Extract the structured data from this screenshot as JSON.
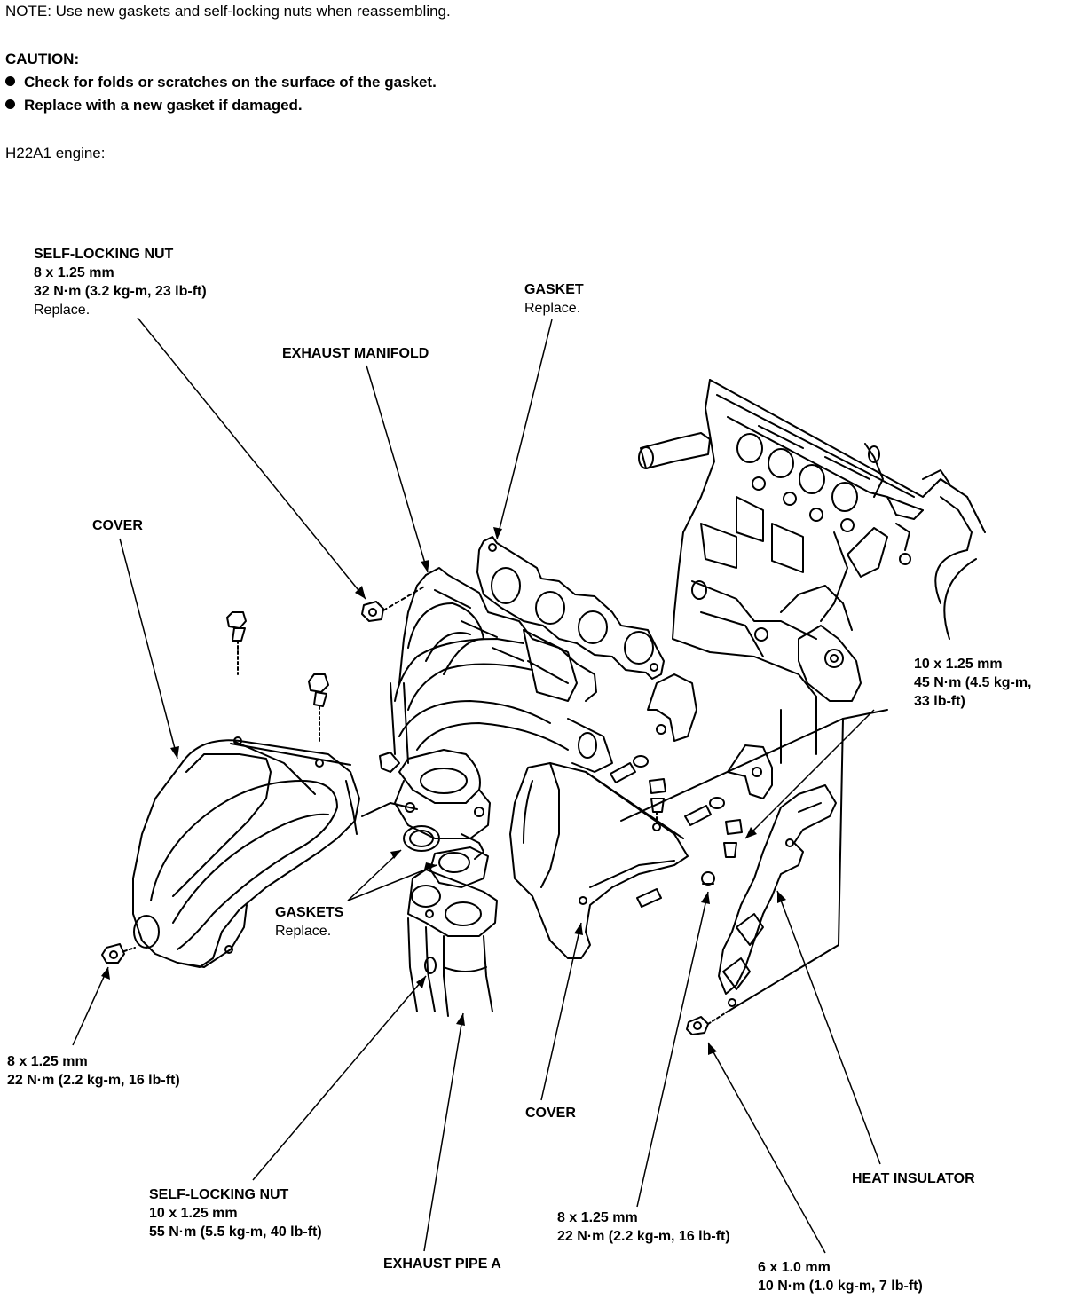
{
  "note": "NOTE:  Use new gaskets and self-locking nuts when reassembling.",
  "caution": {
    "title": "CAUTION:",
    "items": [
      "Check for folds or scratches on the surface of the gasket.",
      "Replace with a new gasket if damaged."
    ]
  },
  "engine_heading": "H22A1 engine:",
  "callouts": {
    "nut_top": {
      "title": "SELF-LOCKING NUT",
      "size": "8 x 1.25 mm",
      "torque": "32 N·m (3.2 kg-m, 23 lb-ft)",
      "note": "Replace."
    },
    "gasket_top": {
      "title": "GASKET",
      "note": "Replace."
    },
    "exhaust_manifold": {
      "title": "EXHAUST MANIFOLD"
    },
    "cover_left": {
      "title": "COVER"
    },
    "bolt_right": {
      "size": "10 x 1.25 mm",
      "torque_a": "45 N·m (4.5 kg-m,",
      "torque_b": "33 lb-ft)"
    },
    "gaskets": {
      "title": "GASKETS",
      "note": "Replace."
    },
    "bolt_left": {
      "size": "8 x 1.25 mm",
      "torque": "22 N·m (2.2 kg-m, 16 lb-ft)"
    },
    "cover_mid": {
      "title": "COVER"
    },
    "heat_insulator": {
      "title": "HEAT INSULATOR"
    },
    "nut_bottom": {
      "title": "SELF-LOCKING NUT",
      "size": "10 x 1.25 mm",
      "torque": "55 N·m (5.5 kg-m, 40 lb-ft)"
    },
    "bolt_mid": {
      "size": "8 x 1.25 mm",
      "torque": "22 N·m (2.2 kg-m, 16 lb-ft)"
    },
    "exhaust_pipe": {
      "title": "EXHAUST PIPE A"
    },
    "bolt_small": {
      "size": "6 x 1.0 mm",
      "torque": "10 N·m (1.0 kg-m, 7 lb-ft)"
    }
  }
}
